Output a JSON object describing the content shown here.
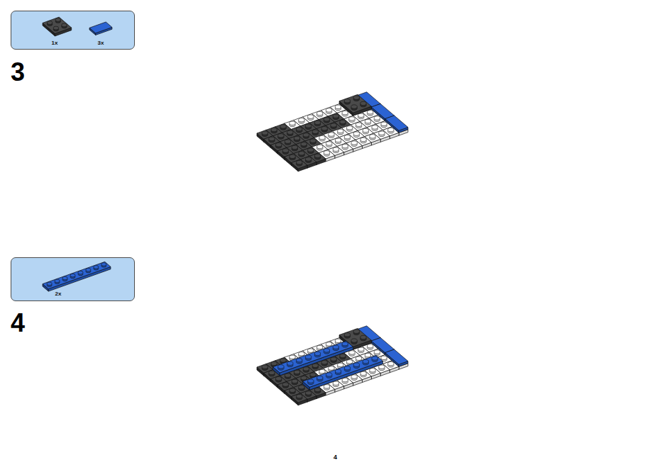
{
  "diagram": {
    "nodes": [
      {
        "text": [
          "1x",
          "3x"
        ]
      },
      {
        "text": [
          "2x"
        ]
      }
    ],
    "labels": [
      "3",
      "4",
      "4"
    ]
  }
}
